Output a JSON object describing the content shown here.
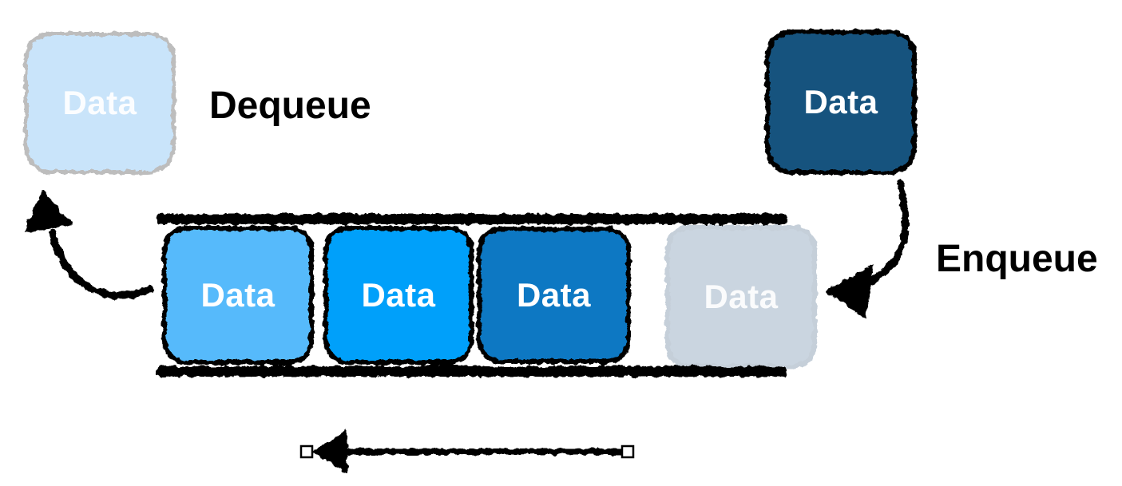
{
  "labels": {
    "dequeue": "Dequeue",
    "enqueue": "Enqueue"
  },
  "ink_color": "#000000",
  "dequeued_item": {
    "label": "Data",
    "fill": "#C9E4FA",
    "border_color": "#BDBDBD",
    "text_color": "rgba(255,255,255,0.92)"
  },
  "incoming_item": {
    "label": "Data",
    "fill": "#15527E",
    "border_color": "#000000",
    "text_color": "#FFFFFF"
  },
  "queue": {
    "items": [
      {
        "label": "Data",
        "fill": "#56BAFB",
        "border_color": "#000000",
        "text_color": "#FFFFFF",
        "ghost": false
      },
      {
        "label": "Data",
        "fill": "#06A0FA",
        "border_color": "#000000",
        "text_color": "#FFFFFF",
        "ghost": false
      },
      {
        "label": "Data",
        "fill": "#0E78C3",
        "border_color": "#000000",
        "text_color": "#FFFFFF",
        "ghost": false
      },
      {
        "label": "Data",
        "fill": "#CAD5E0",
        "border_color": "#C5CFD9",
        "text_color": "rgba(255,255,255,0.9)",
        "ghost": true
      }
    ]
  },
  "icons": {
    "dequeue_arrow": "curved-arrow-up-left",
    "enqueue_arrow": "curved-arrow-down-left",
    "direction_arrow": "straight-arrow-left"
  }
}
